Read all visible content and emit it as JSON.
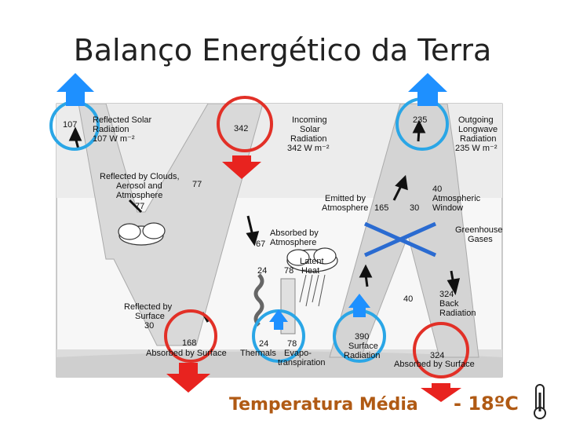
{
  "title": "Balanço Energético da Terra",
  "colors": {
    "arrow_blue": "#1e90ff",
    "arrow_red": "#e8231f",
    "circle_blue": "#2aa6e6",
    "circle_red": "#e23027",
    "cross_blue": "#2a6bd1",
    "footer_text": "#b05a14"
  },
  "labels": {
    "reflected_solar": [
      "Reflected Solar",
      "Radiation",
      "107 W m⁻²"
    ],
    "reflected_val": "107",
    "incoming_solar": [
      "Incoming",
      "Solar",
      "Radiation",
      "342 W m⁻²"
    ],
    "incoming_val": "342",
    "outgoing": [
      "Outgoing",
      "Longwave",
      "Radiation",
      "235 W m⁻²"
    ],
    "outgoing_val": "235",
    "reflected_clouds": [
      "Reflected by Clouds,",
      "Aerosol and",
      "Atmosphere"
    ],
    "reflected_clouds_val": "77",
    "reflected_clouds_val2": "77",
    "emitted_atm": [
      "Emitted by",
      "Atmosphere"
    ],
    "emitted_val": "165",
    "window_val": "30",
    "atm_window": [
      "40",
      "Atmospheric",
      "Window"
    ],
    "greenhouse": [
      "Greenhouse",
      "Gases"
    ],
    "absorbed_atm": [
      "Absorbed by",
      "Atmosphere"
    ],
    "absorbed_atm_val": "67",
    "latent": [
      "Latent",
      "Heat"
    ],
    "val_24_top": "24",
    "val_78_top": "78",
    "back_rad": [
      "324",
      "Back",
      "Radiation"
    ],
    "val_40": "40",
    "reflected_surface": [
      "Reflected by",
      "Surface",
      "30"
    ],
    "val_168": "168",
    "absorbed_surface1": "Absorbed by Surface",
    "thermals": "Thermals",
    "val_24": "24",
    "val_78": "78",
    "evapo": [
      "Evapo-",
      "transpiration"
    ],
    "surface_rad": [
      "390",
      "Surface",
      "Radiation"
    ],
    "val_324": "324",
    "absorbed_surface2": "Absorbed by Surface"
  },
  "footer": {
    "temp_label": "Temperatura Média",
    "temp_value": "- 18ºC"
  }
}
